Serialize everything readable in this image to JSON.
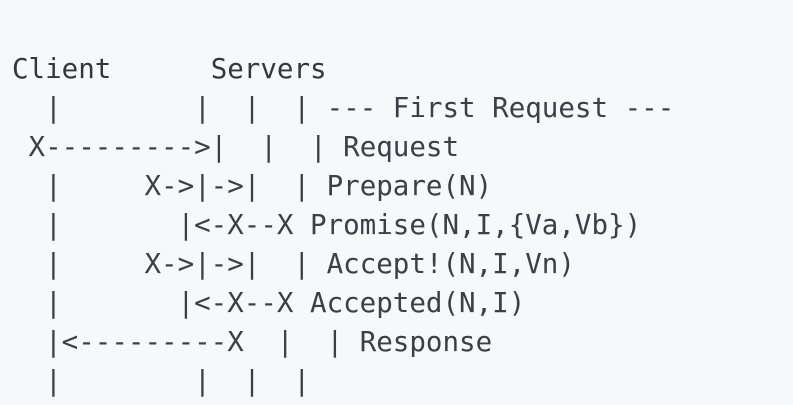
{
  "diagram": {
    "kind": "ascii-sequence-diagram",
    "title_hidden": "",
    "colors": {
      "background": "#f7f8fa",
      "text": "#3a4048",
      "header_text": "#33383f"
    },
    "header": {
      "client_label": "Client",
      "servers_label": "Servers",
      "raw": "Client      Servers"
    },
    "lanes": {
      "client": "Client",
      "servers": "Servers",
      "server_count": 3
    },
    "rows": [
      {
        "id": "row-lifelines-top",
        "diagram": "  |        |  |  | ",
        "message": "--- First Request ---",
        "message_kind": "section-header"
      },
      {
        "id": "row-request",
        "diagram": " X--------->|  |  | ",
        "message": "Request",
        "message_kind": "message"
      },
      {
        "id": "row-prepare",
        "diagram": "  |     X->|->|  | ",
        "message": "Prepare(N)",
        "message_kind": "message"
      },
      {
        "id": "row-promise",
        "diagram": "  |       |<-X--X ",
        "message": "Promise(N,I,{Va,Vb})",
        "message_kind": "message"
      },
      {
        "id": "row-accept",
        "diagram": "  |     X->|->|  | ",
        "message": "Accept!(N,I,Vn)",
        "message_kind": "message"
      },
      {
        "id": "row-accepted",
        "diagram": "  |       |<-X--X ",
        "message": "Accepted(N,I)",
        "message_kind": "message"
      },
      {
        "id": "row-response",
        "diagram": "  |<---------X  |  | ",
        "message": "Response",
        "message_kind": "message"
      },
      {
        "id": "row-lifelines-bottom",
        "diagram": "  |        |  |  | ",
        "message": "",
        "message_kind": "lifeline"
      }
    ],
    "full_text_rows": [
      "Client      Servers",
      "  |        |  |  |  --- First Request ---",
      " X--------->|  |  |  Request",
      "  |     X->|->|  Prepare(N)",
      "  |       |<-X--X  Promise(N,I,{Va,Vb})",
      "  |     X->|->|  Accept!(N,I,Vn)",
      "  |       |<-X--X  Accepted(N,I)",
      "  |<---------X  |  |  Response",
      "  |        |  |  |"
    ],
    "glyph_legend": {
      "pipe": "lifeline",
      "X": "endpoint-marker",
      "dashed-arrow-right": "--------->",
      "dashed-arrow-left": "<---------",
      "short-arrow-right": "->",
      "short-arrow-left": "<-"
    }
  }
}
